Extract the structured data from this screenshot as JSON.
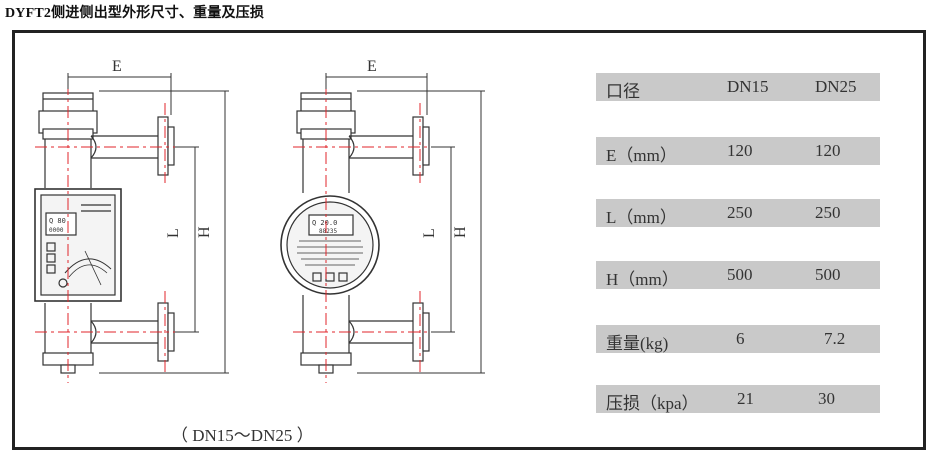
{
  "header": {
    "title": "DYFT2侧进侧出型外形尺寸、重量及压损"
  },
  "drawing": {
    "dim_e_left": "E",
    "dim_e_right": "E",
    "dim_l_left": "L",
    "dim_h_left": "H",
    "dim_l_right": "L",
    "dim_h_right": "H",
    "caption": "（ DN15～DN25 ）"
  },
  "table": {
    "rows": [
      {
        "label": "口径",
        "dn15": "DN15",
        "dn25": "DN25"
      },
      {
        "label": "E（mm）",
        "dn15": "120",
        "dn25": "120"
      },
      {
        "label": "L（mm）",
        "dn15": "250",
        "dn25": "250"
      },
      {
        "label": "H（mm）",
        "dn15": "500",
        "dn25": "500"
      },
      {
        "label": "重量(kg)",
        "dn15": "6",
        "dn25": "7.2"
      },
      {
        "label": "压损（kpa）",
        "dn15": "21",
        "dn25": "30"
      }
    ]
  },
  "colors": {
    "centerline": "#e0262b",
    "table_row_bg": "#c9c9c9",
    "frame_border": "#222222"
  }
}
